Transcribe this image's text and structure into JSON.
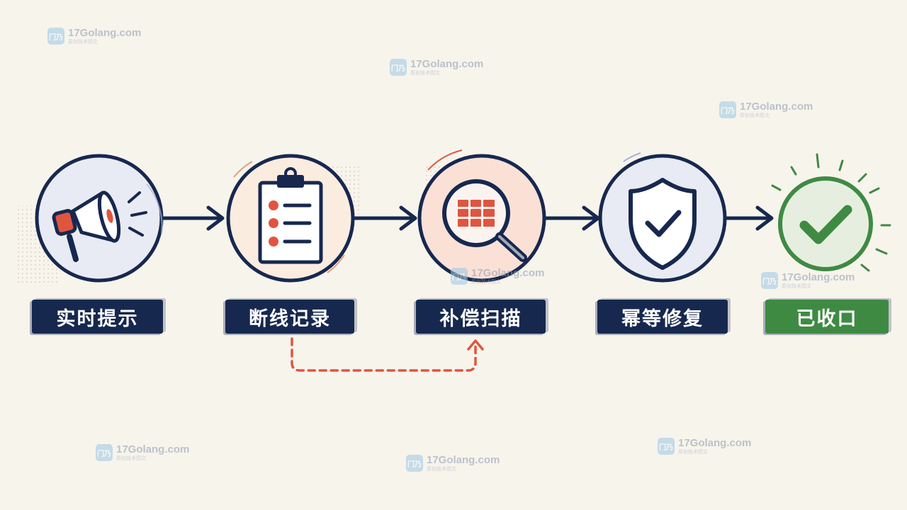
{
  "steps": [
    {
      "label": "实时提示",
      "icon": "megaphone-icon",
      "label_bg": "#17284f"
    },
    {
      "label": "断线记录",
      "icon": "clipboard-icon",
      "label_bg": "#17284f"
    },
    {
      "label": "补偿扫描",
      "icon": "magnifier-table-icon",
      "label_bg": "#17284f"
    },
    {
      "label": "幂等修复",
      "icon": "shield-check-icon",
      "label_bg": "#17284f"
    },
    {
      "label": "已收口",
      "icon": "check-icon",
      "label_bg": "#3f8a43"
    }
  ],
  "watermark": {
    "domain": "17Golang.com",
    "subtitle": "原创技术图文",
    "logo_text": "门乃"
  },
  "colors": {
    "navy": "#17284f",
    "green": "#3f8a43",
    "accent_red": "#e0553f",
    "background": "#f7f4ec"
  }
}
